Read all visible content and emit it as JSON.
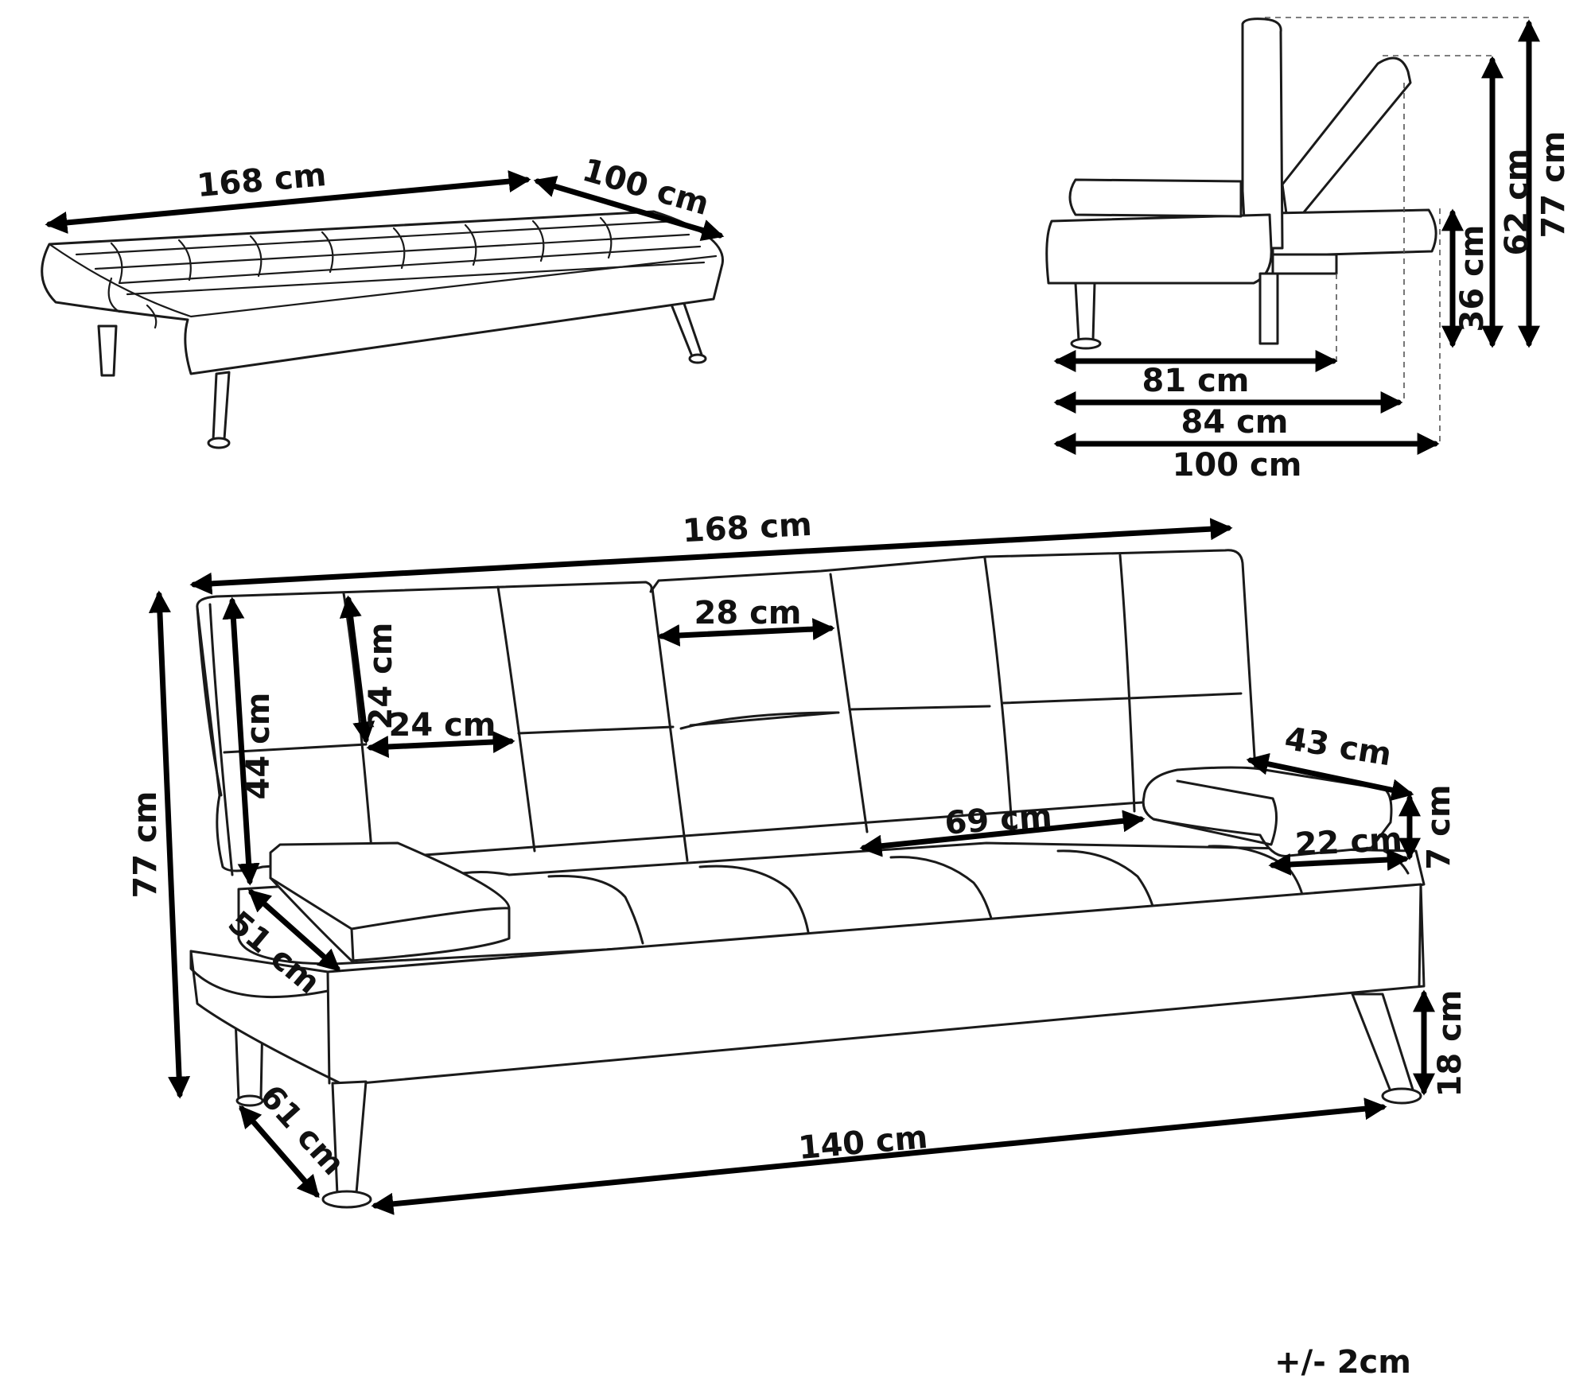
{
  "views": {
    "bed": {
      "width": "168 cm",
      "depth": "100 cm"
    },
    "side": {
      "depth_seated": "81 cm",
      "depth_reclined": "84 cm",
      "depth_bed": "100 cm",
      "seat_height": "36 cm",
      "back_reclined_height": "62 cm",
      "total_height": "77 cm"
    },
    "front": {
      "total_width": "168 cm",
      "total_height": "77 cm",
      "backrest_height": "44 cm",
      "tuft_height": "24 cm",
      "tuft_width": "24 cm",
      "middle_width": "28 cm",
      "seat_width": "69 cm",
      "armrest_length": "43 cm",
      "armrest_height": "7 cm",
      "armrest_width": "22 cm",
      "seat_depth": "51 cm",
      "leg_depth": "61 cm",
      "leg_span": "140 cm",
      "leg_height": "18 cm"
    }
  },
  "tolerance": "+/- 2cm",
  "colors": {
    "line": "#1a1a1a",
    "background": "#ffffff"
  }
}
